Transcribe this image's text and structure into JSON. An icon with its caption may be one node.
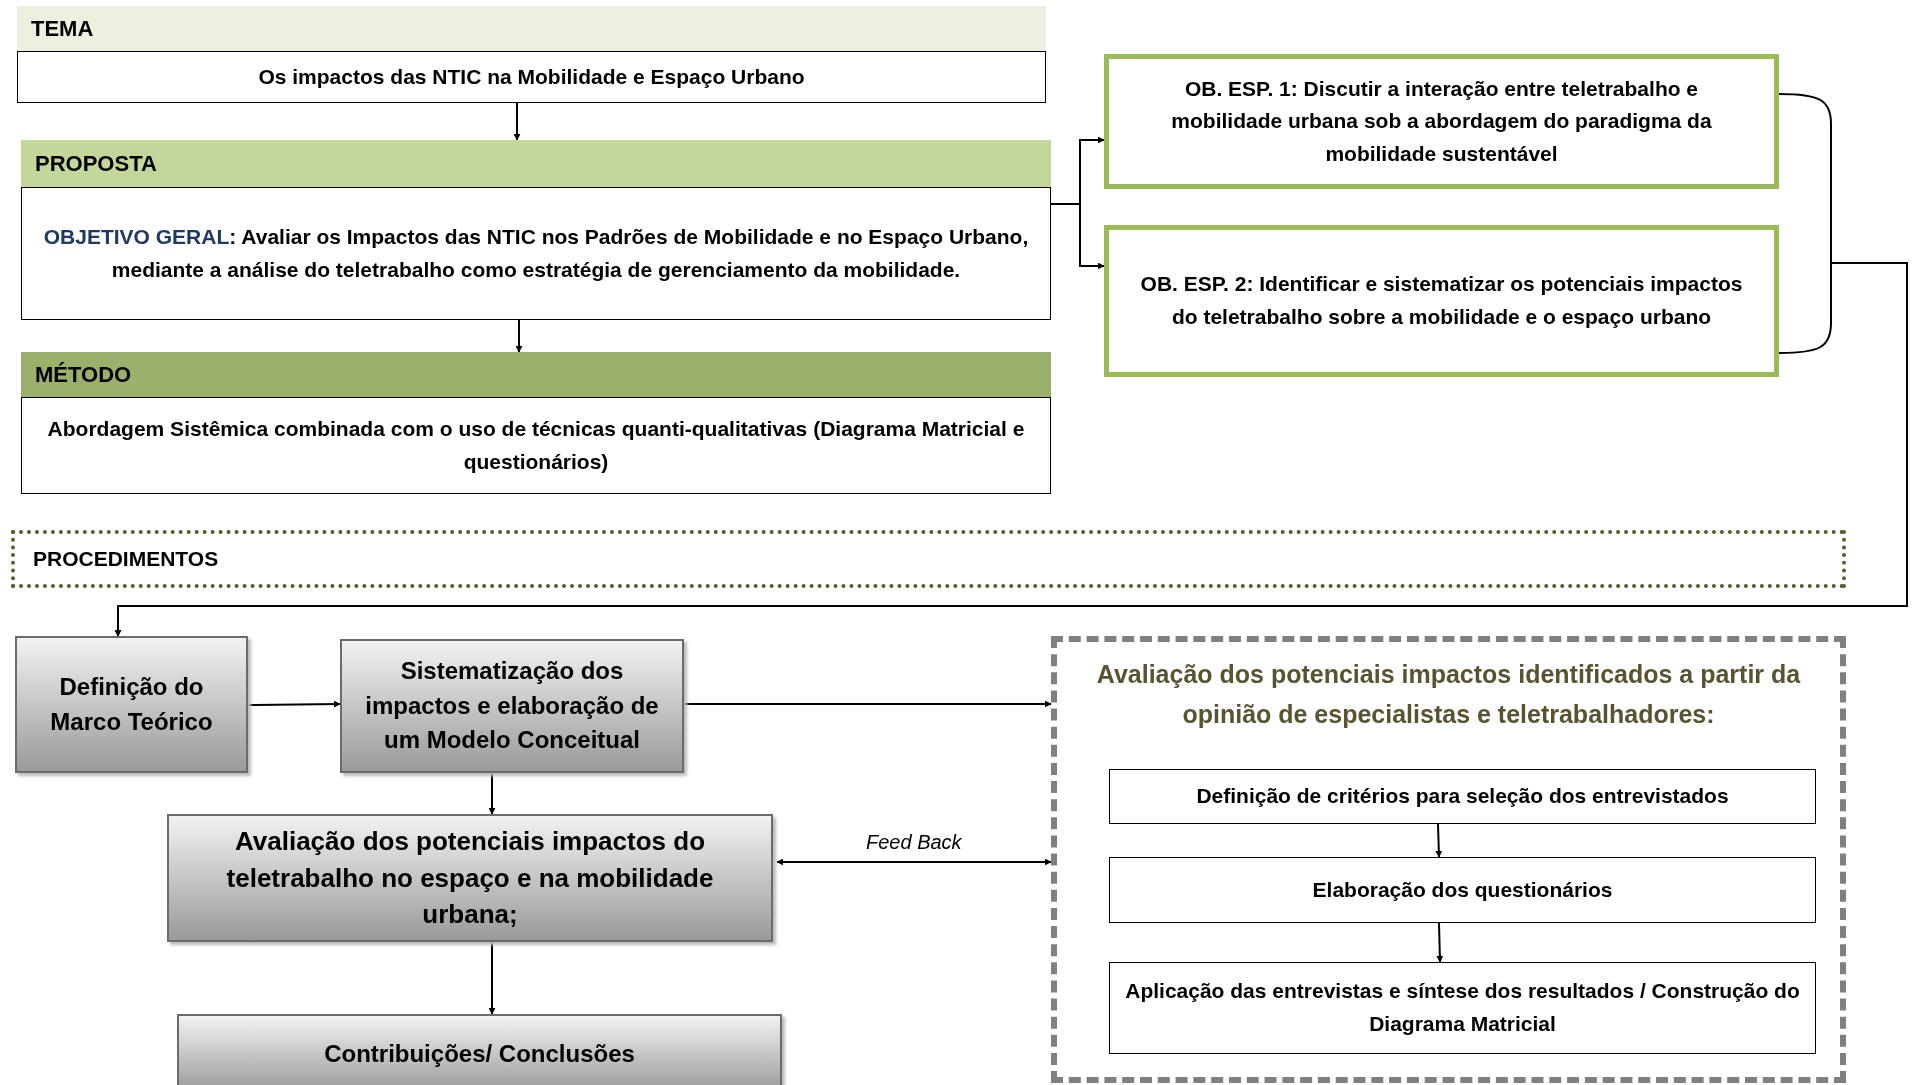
{
  "diagram": {
    "nodes": [
      {
        "text": [
          "TEMA",
          "Os impactos das NTIC na Mobilidade e Espaço Urbano"
        ]
      },
      {
        "text": [
          "PROPOSTA",
          "OBJETIVO GERAL: Avaliar os Impactos das NTIC nos Padrões de Mobilidade e no Espaço Urbano, mediante a análise do teletrabalho como estratégia de gerenciamento da mobilidade."
        ]
      },
      {
        "text": [
          "MÉTODO",
          "Abordagem Sistêmica combinada com o uso de técnicas quanti-qualitativas (Diagrama Matricial e questionários)"
        ]
      },
      {
        "text": [
          "OB. ESP. 1: Discutir a interação entre teletrabalho e mobilidade urbana sob a abordagem do paradigma da mobilidade sustentável"
        ]
      },
      {
        "text": [
          "OB. ESP. 2: Identificar e sistematizar os potenciais impactos do teletrabalho sobre a mobilidade e o espaço urbano"
        ]
      },
      {
        "text": [
          "PROCEDIMENTOS"
        ]
      },
      {
        "text": [
          "Definição do Marco Teórico"
        ]
      },
      {
        "text": [
          "Sistematização dos impactos e elaboração de um Modelo Conceitual"
        ]
      },
      {
        "text": [
          "Avaliação dos potenciais impactos do teletrabalho no espaço e na mobilidade urbana;"
        ]
      },
      {
        "text": [
          "Contribuições/ Conclusões"
        ]
      },
      {
        "text": [
          "Avaliação dos potenciais impactos identificados a partir da opinião de especialistas e teletrabalhadores:"
        ]
      },
      {
        "text": [
          "Definição de critérios para seleção dos entrevistados"
        ],
        "in": 10
      },
      {
        "text": [
          "Elaboração dos questionários"
        ],
        "in": 10
      },
      {
        "text": [
          "Aplicação das entrevistas e síntese dos resultados / Construção do Diagrama Matricial"
        ],
        "in": 10
      }
    ],
    "edges": [
      {
        "from": 0,
        "to": 1,
        "arrow": "to"
      },
      {
        "from": 1,
        "to": 2,
        "arrow": "to"
      },
      {
        "from": 1,
        "to": 3,
        "arrow": "to"
      },
      {
        "from": 1,
        "to": 4,
        "arrow": "to"
      },
      {
        "from": 3,
        "to": 6,
        "arrow": "to"
      },
      {
        "from": 4,
        "to": 6,
        "arrow": "to"
      },
      {
        "from": 6,
        "to": 7,
        "arrow": "to"
      },
      {
        "from": 7,
        "to": 10,
        "arrow": "to"
      },
      {
        "from": 7,
        "to": 8,
        "arrow": "to"
      },
      {
        "from": 8,
        "to": 10,
        "arrow": "both",
        "label": "Feed Back"
      },
      {
        "from": 8,
        "to": 9,
        "arrow": "to"
      },
      {
        "from": 11,
        "to": 12,
        "arrow": "to"
      },
      {
        "from": 12,
        "to": 13,
        "arrow": "to"
      }
    ]
  }
}
